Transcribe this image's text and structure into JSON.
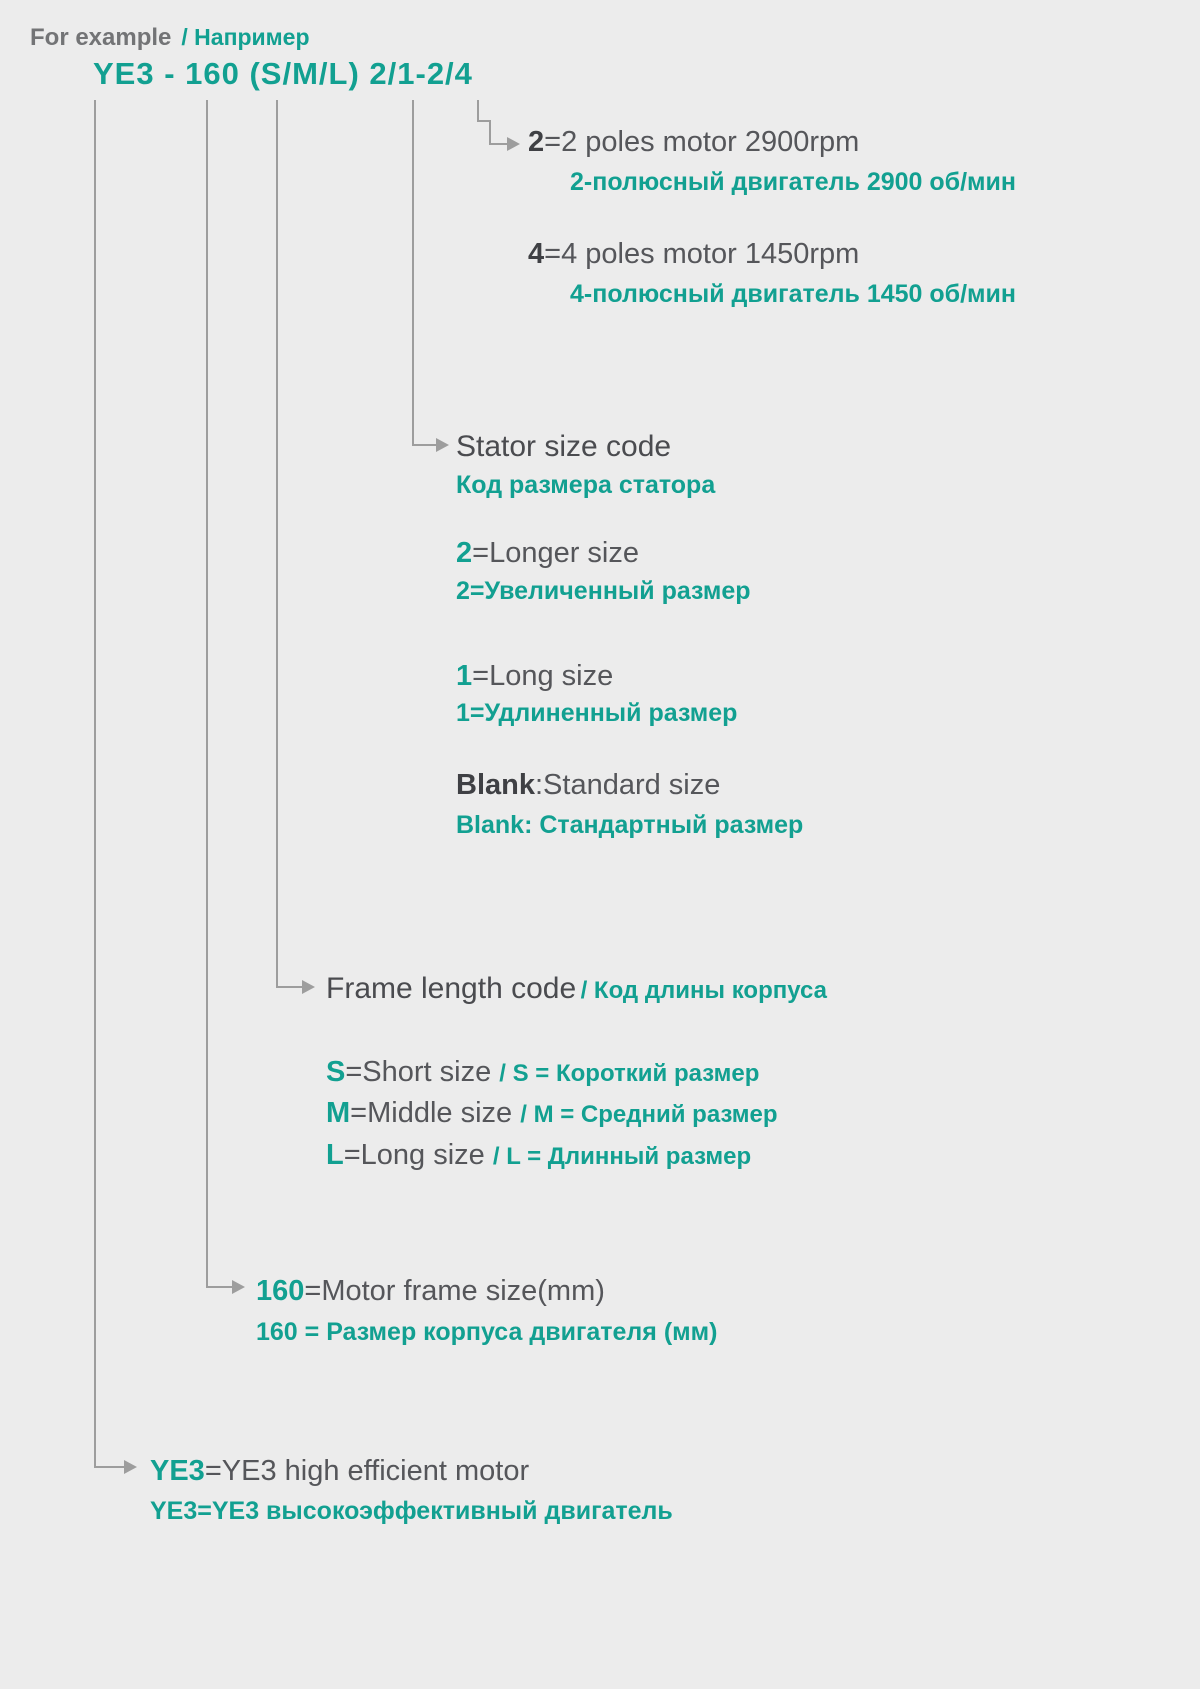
{
  "colors": {
    "accent": "#12a091",
    "text": "#55565a",
    "line": "#9d9d9d",
    "background": "#ececec"
  },
  "header": {
    "example_en": "For example",
    "example_ru": "/ Например",
    "model_code": "YE3 - 160 (S/M/L) 2/1-2/4"
  },
  "poles": {
    "p2": {
      "lead": "2",
      "text": "=2 poles motor 2900rpm",
      "ru": "2-полюсный двигатель 2900 об/мин"
    },
    "p4": {
      "lead": "4",
      "text": "=4 poles motor 1450rpm",
      "ru": "4-полюсный двигатель 1450 об/мин"
    }
  },
  "stator": {
    "title": "Stator size code",
    "title_ru": "Код размера статора",
    "longer": {
      "lead": "2",
      "text": "=Longer size",
      "ru": "2=Увеличенный размер"
    },
    "long": {
      "lead": "1",
      "text": "=Long size",
      "ru": "1=Удлиненный размер"
    },
    "blank": {
      "lead": "Blank",
      "text": ":Standard size",
      "ru": "Blank: Стандартный размер"
    }
  },
  "frame_length": {
    "title": "Frame length code",
    "title_ru": "/ Код длины корпуса",
    "short": {
      "lead": "S",
      "text": "=Short size",
      "ru": "/ S = Короткий размер"
    },
    "middle": {
      "lead": "M",
      "text": "=Middle size",
      "ru": "/ M = Средний размер"
    },
    "long": {
      "lead": "L",
      "text": "=Long size",
      "ru": "/ L = Длинный размер"
    }
  },
  "frame_size": {
    "lead": "160",
    "text": "=Motor frame size(mm)",
    "ru": "160 = Размер корпуса двигателя (мм)"
  },
  "motor_type": {
    "lead": "YE3",
    "text": "=YE3 high efficient motor",
    "ru": "YE3=YE3 высокоэффективный двигатель"
  }
}
